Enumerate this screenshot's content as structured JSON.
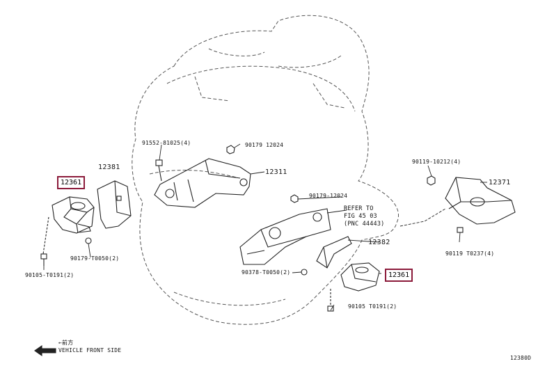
{
  "labels": {
    "bolt_91552": "91552-81025(4)",
    "nut_90179_a": "90179 12024",
    "part_12381": "12381",
    "part_12311": "12311",
    "part_12361_left": "12361",
    "nut_90179_b": "90179-12024",
    "refer_line1": "REFER TO",
    "refer_line2": "FIG 45 03",
    "refer_line3": "(PNC 44443)",
    "nut_90179_c": "90179-T0050(2)",
    "bolt_90105_left": "90105-T0191(2)",
    "part_12382": "12382",
    "nut_90378": "90378-T0050(2)",
    "part_12361_right": "12361",
    "bolt_90105_right": "90105 T0191(2)",
    "bolt_90119_a": "90119-10212(4)",
    "part_12371": "12371",
    "bolt_90119_b": "90119 T0237(4)",
    "direction_cn": "←前方",
    "direction_en": "VEHICLE FRONT SIDE",
    "diagram_code": "12380D"
  },
  "colors": {
    "line": "#222222",
    "ghost": "#555555",
    "highlight_box": "#8b1a3a"
  }
}
